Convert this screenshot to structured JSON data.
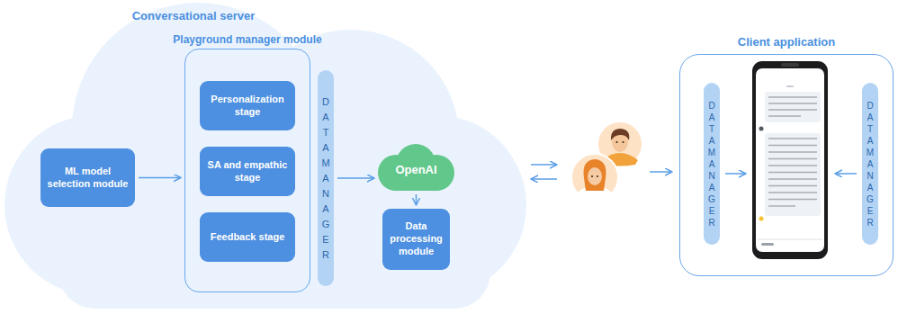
{
  "diagram": {
    "nodes": [
      {
        "text": [
          "Conversational server"
        ]
      },
      {
        "text": [
          "ML model selection module"
        ],
        "in": 0
      },
      {
        "text": [
          "Playground manager module"
        ],
        "in": 0
      },
      {
        "text": [
          "Personalization stage"
        ],
        "in": 2
      },
      {
        "text": [
          "SA and empathic stage"
        ],
        "in": 2
      },
      {
        "text": [
          "Feedback stage"
        ],
        "in": 2
      },
      {
        "text": [
          "DATA MANAGER"
        ],
        "in": 0
      },
      {
        "text": [
          "OpenAI"
        ],
        "in": 0
      },
      {
        "text": [
          "Data processing module"
        ],
        "in": 0
      },
      {
        "text": [
          "Client application"
        ]
      },
      {
        "text": [
          "DATA MANAGER"
        ],
        "in": 9
      },
      {
        "text": [
          "DATA MANAGER"
        ],
        "in": 9
      }
    ],
    "edges": [
      {
        "from": 1,
        "to": 2,
        "arrow": "to"
      },
      {
        "from": 6,
        "to": 7,
        "arrow": "to"
      },
      {
        "from": 7,
        "to": 8,
        "arrow": "to"
      }
    ]
  }
}
